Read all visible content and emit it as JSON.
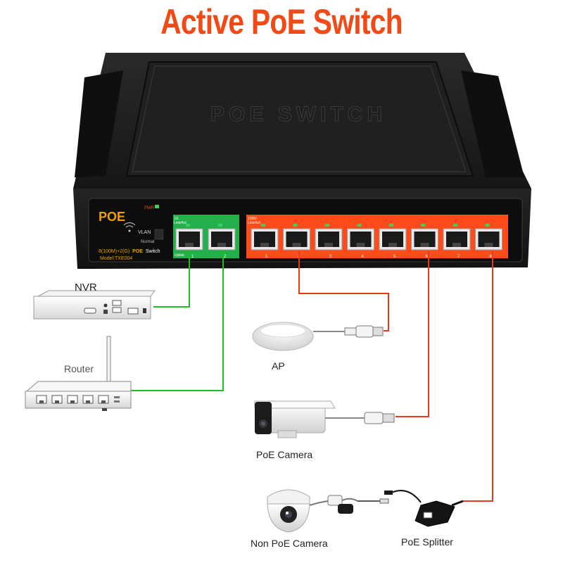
{
  "headline": "Active PoE Switch",
  "colors": {
    "accent": "#f24a17",
    "uplink": "#22bb22",
    "poe_cable": "#e63a1a",
    "case": "#1c1c1c",
    "front_panel": "#ff4a1a"
  },
  "switch": {
    "top_emboss": "POE SWITCH",
    "brand": "POE",
    "indicators": {
      "pwr": "PWR",
      "vlan": "VLAN",
      "normal": "Normal"
    },
    "gigabit_group_label": "1G",
    "gigabit_link_label": "Link/Act",
    "fast_group_label": "100M",
    "fast_link_label": "Link/Act",
    "model_spec": {
      "ports": "8(100M)+2(G)",
      "poe": "POE",
      "switch": "Switch"
    },
    "model_name": "Model:TXE004",
    "uplink_label": "Uplink",
    "uplink_port_numbers": [
      "1",
      "2"
    ],
    "poe_port_numbers": [
      "1",
      "2",
      "3",
      "4",
      "5",
      "6",
      "7",
      "8"
    ]
  },
  "devices": {
    "nvr": "NVR",
    "router": "Router",
    "ap": "AP",
    "poe_camera": "PoE Camera",
    "non_poe_camera": "Non PoE Camera",
    "poe_splitter": "PoE Splitter"
  },
  "icons": [
    "wifi-icon",
    "hdmi-port-icon",
    "usb-port-icon",
    "antenna-icon",
    "ethernet-port-icon",
    "rj45-plug-icon",
    "dc-plug-icon"
  ]
}
